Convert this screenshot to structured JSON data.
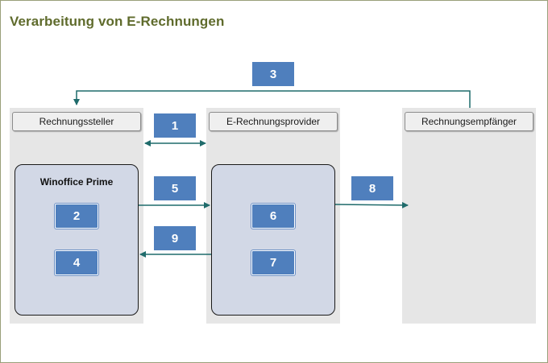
{
  "title": "Verarbeitung von E-Rechnungen",
  "columns": {
    "sender": {
      "label": "Rechnungssteller"
    },
    "provider": {
      "label": "E-Rechnungsprovider"
    },
    "receiver": {
      "label": "Rechnungsempfänger"
    }
  },
  "systems": {
    "sender_system": {
      "label": "Winoffice Prime",
      "steps": [
        "2",
        "4"
      ]
    },
    "provider_system": {
      "steps": [
        "6",
        "7"
      ]
    }
  },
  "flow_steps": {
    "top": "3",
    "sync": "1",
    "send": "5",
    "return": "9",
    "deliver": "8"
  },
  "colors": {
    "title": "#5f6b2c",
    "step_box": "#4f7fbd",
    "arrow": "#1f6b6b",
    "system_fill": "#d2d8e6",
    "column_fill": "#e6e6e6"
  }
}
